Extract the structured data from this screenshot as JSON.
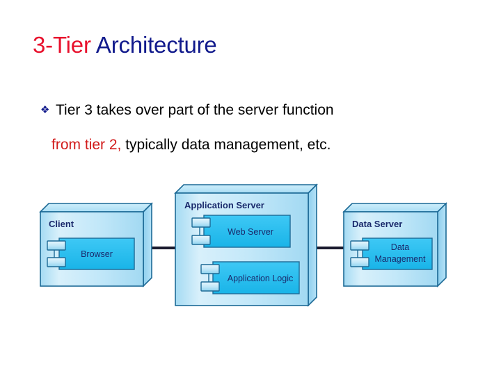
{
  "slide": {
    "title": {
      "part_red": "3-Tier ",
      "part_navy": "Architecture"
    },
    "bullet": {
      "marker": "diamond-bullet",
      "marker_glyph": "❖",
      "line1": "Tier 3 takes over part of the server function",
      "line2_red": "from tier 2,",
      "line2_black": " typically data management, etc."
    }
  },
  "diagram": {
    "type": "deployment-diagram",
    "nodes": [
      {
        "id": "client",
        "label": "Client",
        "components": [
          {
            "id": "browser",
            "label": "Browser"
          }
        ]
      },
      {
        "id": "application-server",
        "label": "Application Server",
        "components": [
          {
            "id": "web-server",
            "label": "Web Server"
          },
          {
            "id": "application-logic",
            "label": "Application Logic"
          }
        ]
      },
      {
        "id": "data-server",
        "label": "Data Server",
        "components": [
          {
            "id": "data-management",
            "label_line1": "Data",
            "label_line2": "Management"
          }
        ]
      }
    ],
    "connectors": [
      {
        "id": "client-to-appserver",
        "from": "client",
        "to": "application-server"
      },
      {
        "id": "appserver-to-dataserver",
        "from": "application-server",
        "to": "data-server"
      }
    ],
    "colors": {
      "node_fill_light": "#cdeaf8",
      "node_fill_mid": "#a8dcf4",
      "node_top_face": "#bfe6f9",
      "node_side_face": "#8fd2f0",
      "component_fill": "#29bdf0",
      "stroke": "#1d6a96",
      "label_color": "#1a2a6c",
      "connector_color": "#1a1a2e"
    }
  }
}
